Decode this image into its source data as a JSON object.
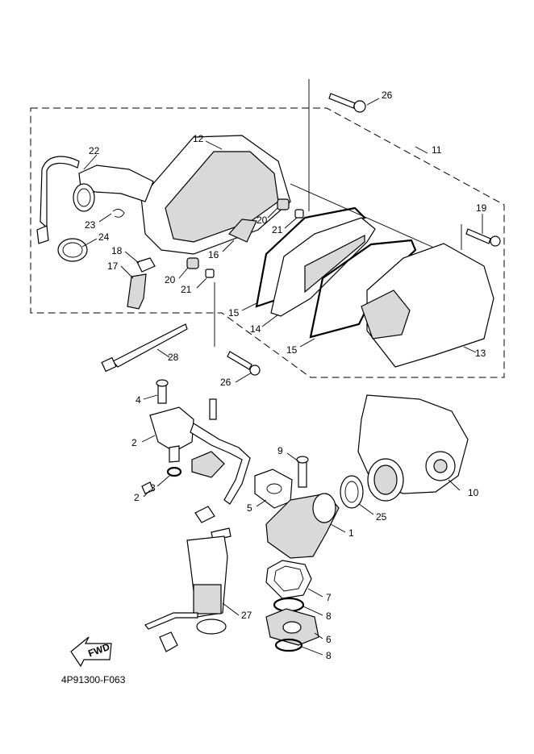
{
  "diagram": {
    "reference_code": "4P91300-F063",
    "fwd_label": "FWD",
    "callouts": {
      "c1": "1",
      "c2a": "2",
      "c2b": "2",
      "c3": "3",
      "c4": "4",
      "c5": "5",
      "c6": "6",
      "c7": "7",
      "c8a": "8",
      "c8b": "8",
      "c9": "9",
      "c10": "10",
      "c11": "11",
      "c12": "12",
      "c13": "13",
      "c14": "14",
      "c15a": "15",
      "c15b": "15",
      "c16": "16",
      "c17": "17",
      "c18": "18",
      "c19": "19",
      "c20a": "20",
      "c20b": "20",
      "c21a": "21",
      "c21b": "21",
      "c22": "22",
      "c23": "23",
      "c24": "24",
      "c25": "25",
      "c26a": "26",
      "c26b": "26",
      "c27": "27",
      "c28": "28"
    }
  }
}
